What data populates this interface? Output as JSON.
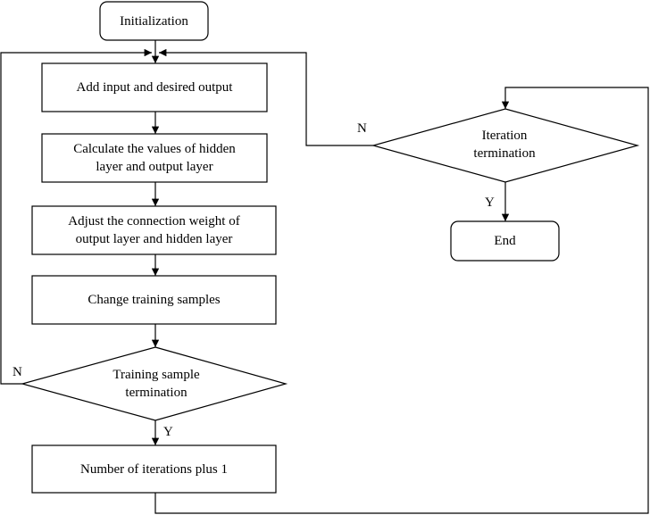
{
  "nodes": {
    "initialization": "Initialization",
    "add_input": "Add input and desired output",
    "calculate": "Calculate the values of hidden\nlayer and output layer",
    "adjust": "Adjust the connection weight of\noutput layer and hidden layer",
    "change": "Change training samples",
    "training_termination": "Training sample\ntermination",
    "number_iterations": "Number of iterations plus 1",
    "iteration_termination": "Iteration\ntermination",
    "end": "End"
  },
  "edge_labels": {
    "training_no": "N",
    "training_yes": "Y",
    "iteration_no": "N",
    "iteration_yes": "Y"
  }
}
